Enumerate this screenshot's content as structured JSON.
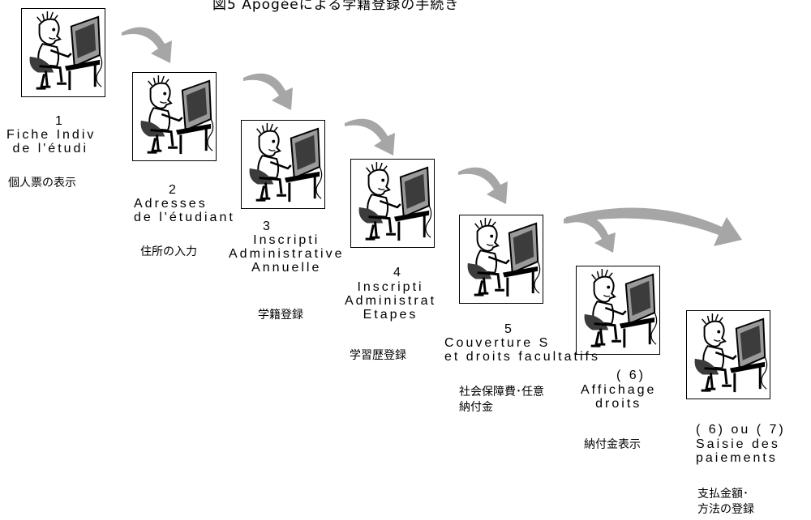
{
  "title": "図5 Apogéeによる学籍登録の手続き",
  "steps": [
    {
      "number": "1",
      "fr": "Fiche Indiv\n de l'étudi",
      "ja": "個人票の表示"
    },
    {
      "number": "2",
      "fr": "Adresses\nde l'étudiant",
      "ja": "住所の入力"
    },
    {
      "number": "3",
      "fr": "Inscripti\nAdministrative\nAnnuelle",
      "ja": "学籍登録"
    },
    {
      "number": "4",
      "fr": "Inscripti\nAdministrat\nEtapes",
      "ja": "学習歴登録"
    },
    {
      "number": "5",
      "fr": "Couverture S\net droits facultatifs",
      "ja": "社会保障費･任意納付金"
    },
    {
      "number": "( 6)",
      "fr": "Affichage\ndroits",
      "ja": "納付金表示"
    },
    {
      "number": "( 6) ou ( 7)",
      "fr": "Saisie des\npaiements",
      "ja": "支払金額･\n方法の登録"
    }
  ]
}
